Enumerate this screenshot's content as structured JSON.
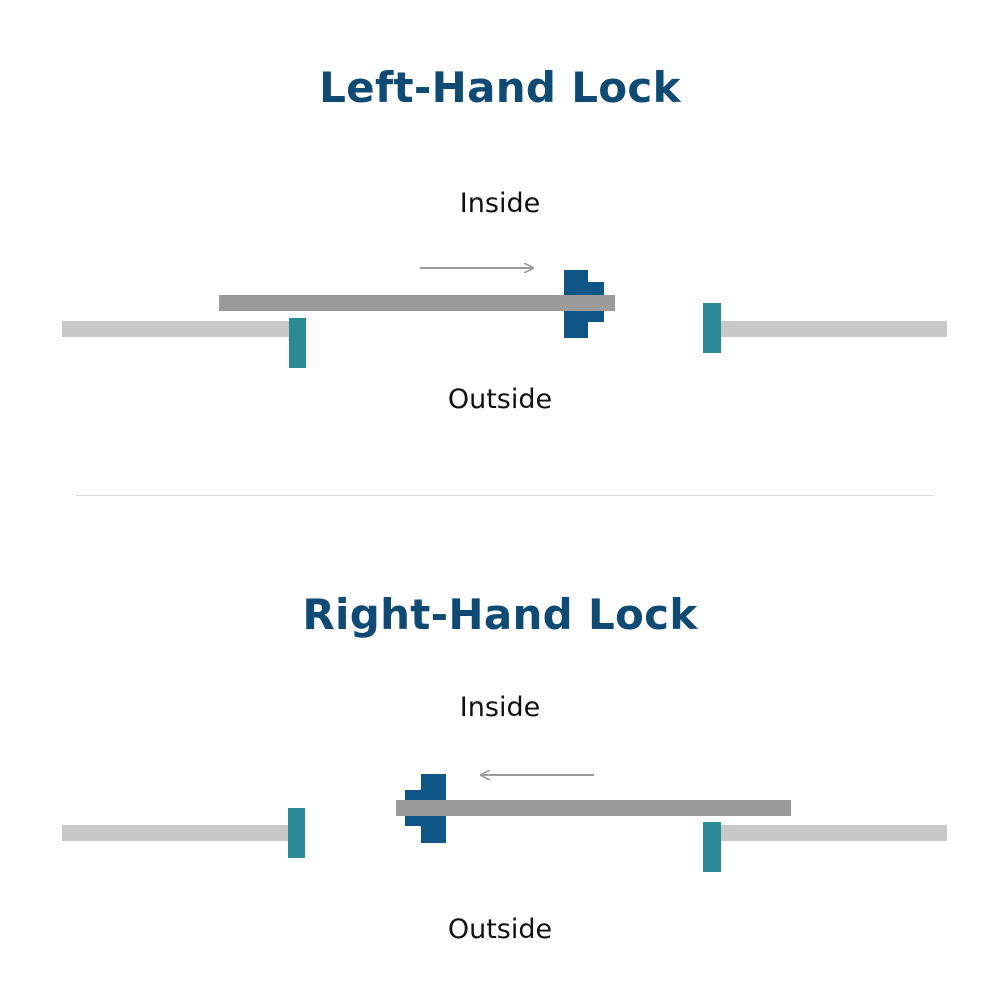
{
  "colors": {
    "title": "#0e4a74",
    "wall": "#c8c8c8",
    "bolt": "#9b9b9b",
    "strike": "#2a8b96",
    "lock_body": "#0f5686",
    "arrow": "#9a9a9a",
    "divider": "#dddddd",
    "text": "#111111"
  },
  "sections": [
    {
      "title": "Left-Hand Lock",
      "inside_label": "Inside",
      "outside_label": "Outside",
      "arrow_direction": "right"
    },
    {
      "title": "Right-Hand Lock",
      "inside_label": "Inside",
      "outside_label": "Outside",
      "arrow_direction": "left"
    }
  ]
}
